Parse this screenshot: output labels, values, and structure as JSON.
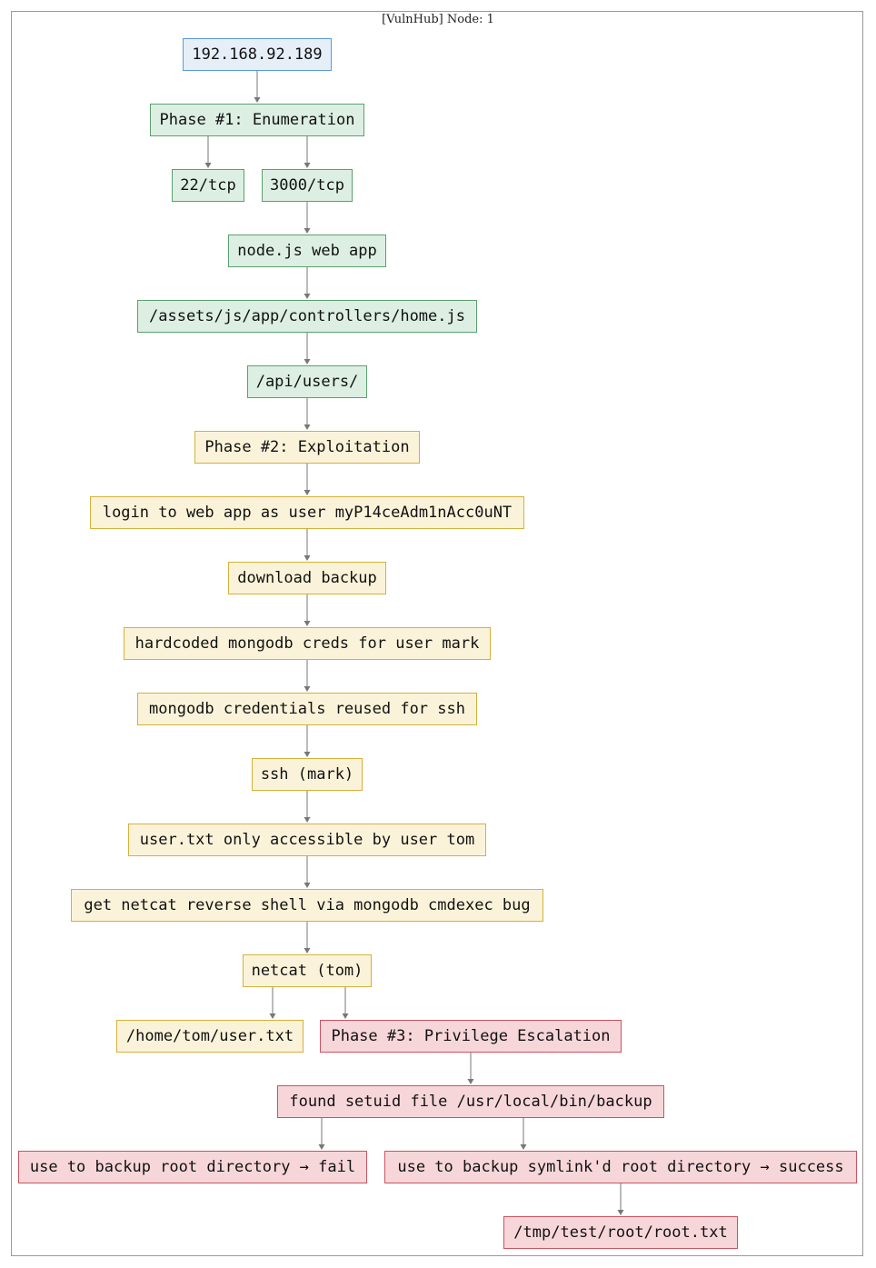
{
  "diagram": {
    "title": "[VulnHub] Node: 1",
    "colors": {
      "blue_fill": "#e6eef8",
      "blue_border": "#5b9bd5",
      "green_fill": "#dcefe2",
      "green_border": "#5aa06e",
      "yellow_fill": "#fbf3d9",
      "yellow_border": "#d4b13a",
      "red_fill": "#f7d6da",
      "red_border": "#c9545f",
      "edge": "#777777"
    },
    "nodes": [
      {
        "id": "n_ip",
        "label": "192.168.92.189",
        "color": "blue"
      },
      {
        "id": "n_p1",
        "label": "Phase #1: Enumeration",
        "color": "green"
      },
      {
        "id": "n_22",
        "label": "22/tcp",
        "color": "green"
      },
      {
        "id": "n_3000",
        "label": "3000/tcp",
        "color": "green"
      },
      {
        "id": "n_node",
        "label": "node.js web app",
        "color": "green"
      },
      {
        "id": "n_homejs",
        "label": "/assets/js/app/controllers/home.js",
        "color": "green"
      },
      {
        "id": "n_api",
        "label": "/api/users/",
        "color": "green"
      },
      {
        "id": "n_p2",
        "label": "Phase #2: Exploitation",
        "color": "yellow"
      },
      {
        "id": "n_login",
        "label": "login to web app as user myP14ceAdm1nAcc0uNT",
        "color": "yellow"
      },
      {
        "id": "n_backup",
        "label": "download backup",
        "color": "yellow"
      },
      {
        "id": "n_creds",
        "label": "hardcoded mongodb creds for user mark",
        "color": "yellow"
      },
      {
        "id": "n_reuse",
        "label": "mongodb credentials reused for ssh",
        "color": "yellow"
      },
      {
        "id": "n_ssh",
        "label": "ssh (mark)",
        "color": "yellow"
      },
      {
        "id": "n_usertxt",
        "label": "user.txt only accessible by user tom",
        "color": "yellow"
      },
      {
        "id": "n_netcat_rs",
        "label": "get netcat reverse shell via mongodb cmdexec bug",
        "color": "yellow"
      },
      {
        "id": "n_netcat",
        "label": "netcat (tom)",
        "color": "yellow"
      },
      {
        "id": "n_homeuser",
        "label": "/home/tom/user.txt",
        "color": "yellow"
      },
      {
        "id": "n_p3",
        "label": "Phase #3: Privilege Escalation",
        "color": "red"
      },
      {
        "id": "n_setuid",
        "label": "found setuid file /usr/local/bin/backup",
        "color": "red"
      },
      {
        "id": "n_fail",
        "label": "use to backup root directory → fail",
        "color": "red"
      },
      {
        "id": "n_success",
        "label": "use to backup symlink'd root directory → success",
        "color": "red"
      },
      {
        "id": "n_root",
        "label": "/tmp/test/root/root.txt",
        "color": "red"
      }
    ],
    "edges": [
      [
        "n_ip",
        "n_p1"
      ],
      [
        "n_p1",
        "n_22"
      ],
      [
        "n_p1",
        "n_3000"
      ],
      [
        "n_3000",
        "n_node"
      ],
      [
        "n_node",
        "n_homejs"
      ],
      [
        "n_homejs",
        "n_api"
      ],
      [
        "n_api",
        "n_p2"
      ],
      [
        "n_p2",
        "n_login"
      ],
      [
        "n_login",
        "n_backup"
      ],
      [
        "n_backup",
        "n_creds"
      ],
      [
        "n_creds",
        "n_reuse"
      ],
      [
        "n_reuse",
        "n_ssh"
      ],
      [
        "n_ssh",
        "n_usertxt"
      ],
      [
        "n_usertxt",
        "n_netcat_rs"
      ],
      [
        "n_netcat_rs",
        "n_netcat"
      ],
      [
        "n_netcat",
        "n_homeuser"
      ],
      [
        "n_netcat",
        "n_p3"
      ],
      [
        "n_p3",
        "n_setuid"
      ],
      [
        "n_setuid",
        "n_fail"
      ],
      [
        "n_setuid",
        "n_success"
      ],
      [
        "n_success",
        "n_root"
      ]
    ]
  }
}
